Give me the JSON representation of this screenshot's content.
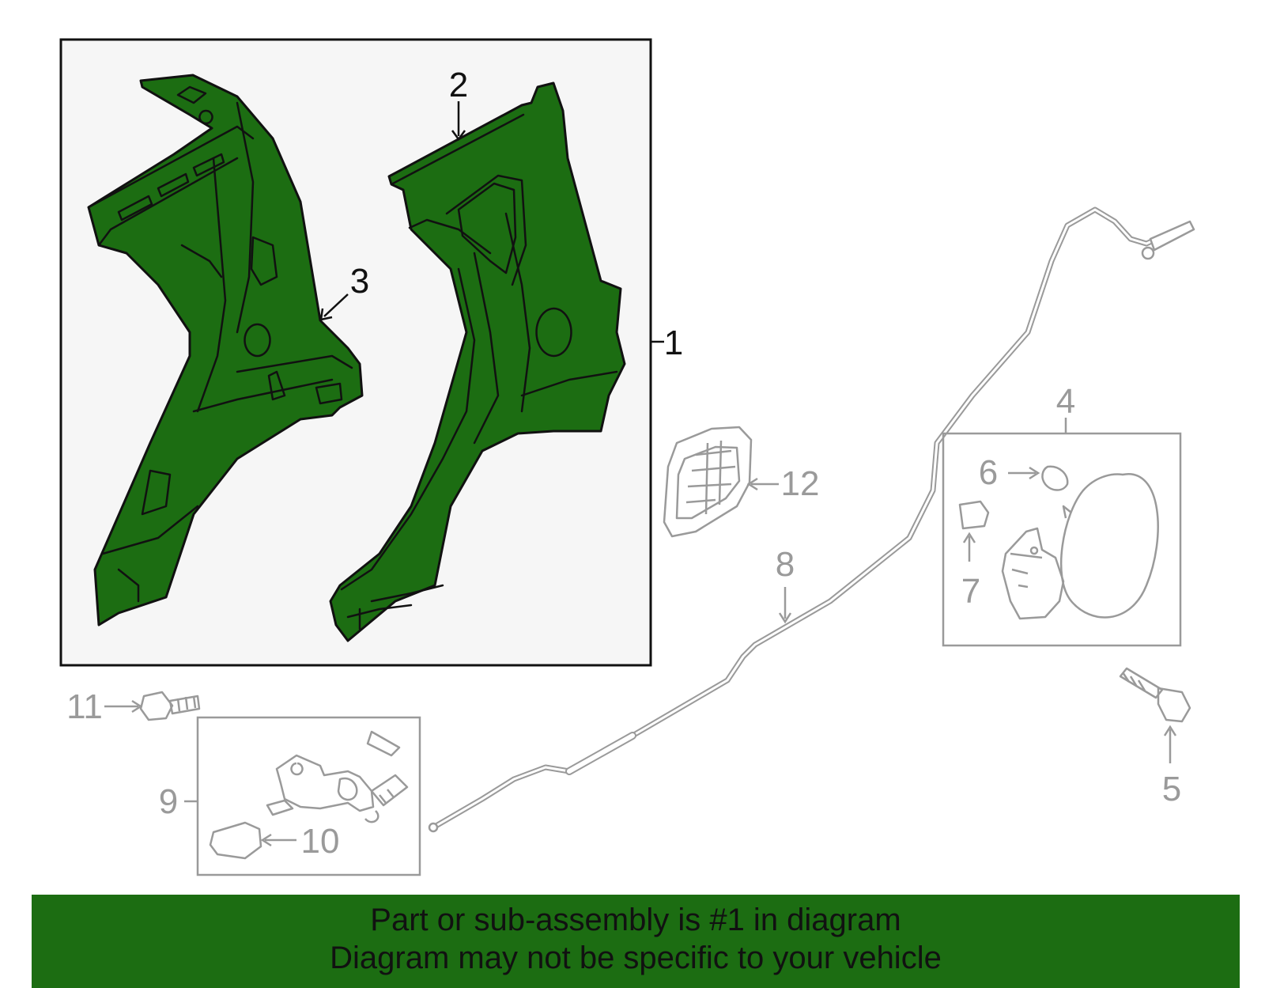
{
  "callouts": {
    "c1": "1",
    "c2": "2",
    "c3": "3",
    "c4": "4",
    "c5": "5",
    "c6": "6",
    "c7": "7",
    "c8": "8",
    "c9": "9",
    "c10": "10",
    "c11": "11",
    "c12": "12"
  },
  "banner": {
    "line1": "Part or sub-assembly is #1 in diagram",
    "line2": "Diagram may not be specific to your vehicle"
  },
  "colors": {
    "highlight_part": "#1c6d12",
    "banner_background": "#1c6d12",
    "other_parts": "#9a9a9a",
    "outline": "#111111"
  }
}
